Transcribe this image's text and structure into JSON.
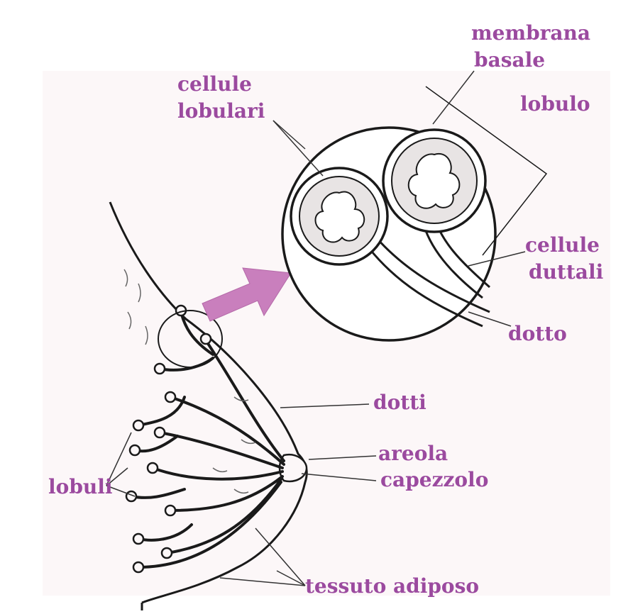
{
  "colors": {
    "label": "#9b4a9f",
    "panel": "#fcf7f8",
    "arrow": "#c97fbd",
    "ink": "#1a1a1a"
  },
  "labels": {
    "membrana_line1": "membrana",
    "membrana_line2": "basale",
    "cellule_lobulari_line1": "cellule",
    "cellule_lobulari_line2": "lobulari",
    "lobulo": "lobulo",
    "cellule_duttali_line1": "cellule",
    "cellule_duttali_line2": "duttali",
    "dotto": "dotto",
    "dotti": "dotti",
    "areola": "areola",
    "capezzolo": "capezzolo",
    "lobuli": "lobuli",
    "tessuto_adiposo": "tessuto adiposo"
  }
}
